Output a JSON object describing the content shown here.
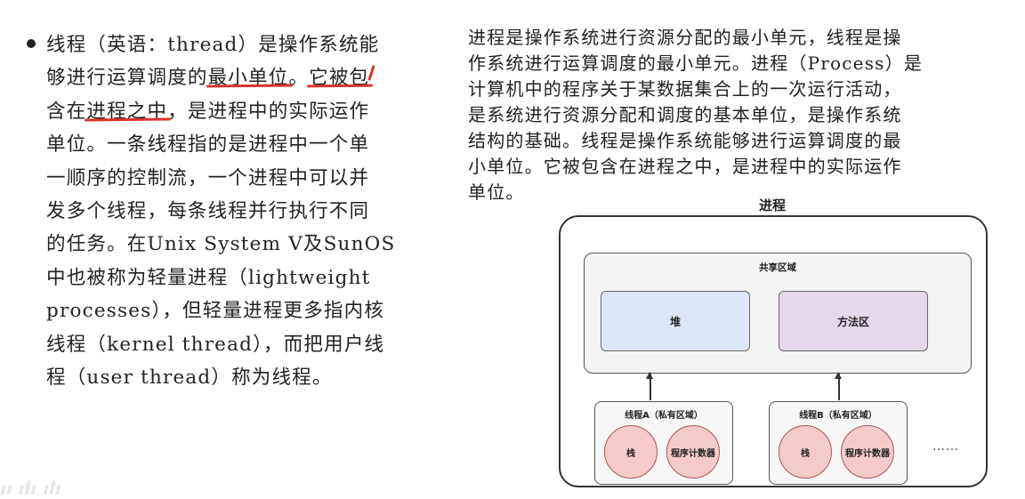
{
  "left_paragraph": {
    "lines": [
      "线程（英语：thread）是操作系统能",
      "够进行运算调度的",
      "最小单位",
      "。",
      "它被包",
      "含在",
      "进程之中",
      "，是进程中的实际运作",
      "单位。一条线程指的是进程中一个单",
      "一顺序的控制流，一个进程中可以并",
      "发多个线程，每条线程并行执行不同",
      "的任务。在Unix System V及SunOS",
      "中也被称为轻量进程（lightweight",
      "processes），但轻量进程更多指内核",
      "线程（kernel thread），而把用户线",
      "程（user thread）称为线程。"
    ],
    "highlight_color": "#d8342c"
  },
  "right_paragraph": {
    "lines": [
      "进程是操作系统进行资源分配的最小单元，线程是操",
      "作系统进行运算调度的最小单元。进程（Process）是",
      "计算机中的程序关于某数据集合上的一次运行活动，",
      "是系统进行资源分配和调度的基本单位，是操作系统",
      "结构的基础。线程是操作系统能够进行运算调度的最",
      "小单位。它被包含在进程之中，是进程中的实际运作",
      "单位。"
    ]
  },
  "diagram": {
    "title": "进程",
    "shared_area": {
      "label": "共享区域",
      "heap": "堆",
      "method_area": "方法区"
    },
    "threads": [
      {
        "label": "线程A（私有区域）",
        "stack": "栈",
        "pc": "程序计数器"
      },
      {
        "label": "线程B（私有区域）",
        "stack": "栈",
        "pc": "程序计数器"
      }
    ],
    "ellipsis": "……",
    "colors": {
      "heap": "#dce6f8",
      "method_area": "#e4d8ea",
      "stack_circle": "#f5caca"
    }
  }
}
